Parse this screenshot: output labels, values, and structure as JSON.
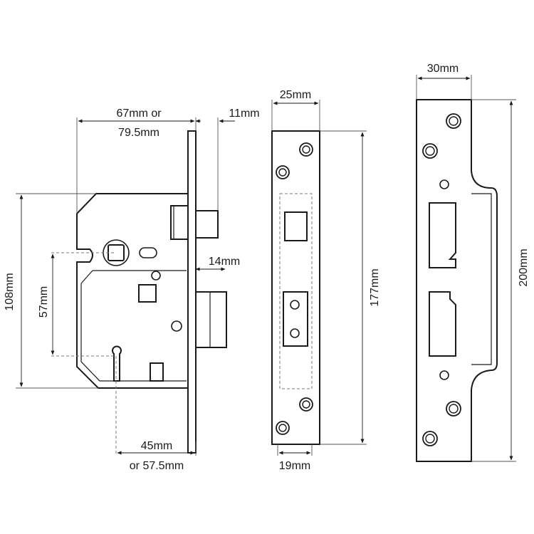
{
  "dimensions": {
    "case_width": [
      "67mm or",
      "79.5mm"
    ],
    "faceplate_bolt_projection": "11mm",
    "forend_width": "25mm",
    "strike_width": "30mm",
    "case_height": "108mm",
    "centres": "57mm",
    "latch_projection": "14mm",
    "forend_height": "177mm",
    "strike_height": "200mm",
    "backset": [
      "45mm",
      "or 57.5mm"
    ],
    "forend_bolt_offset": "19mm"
  }
}
